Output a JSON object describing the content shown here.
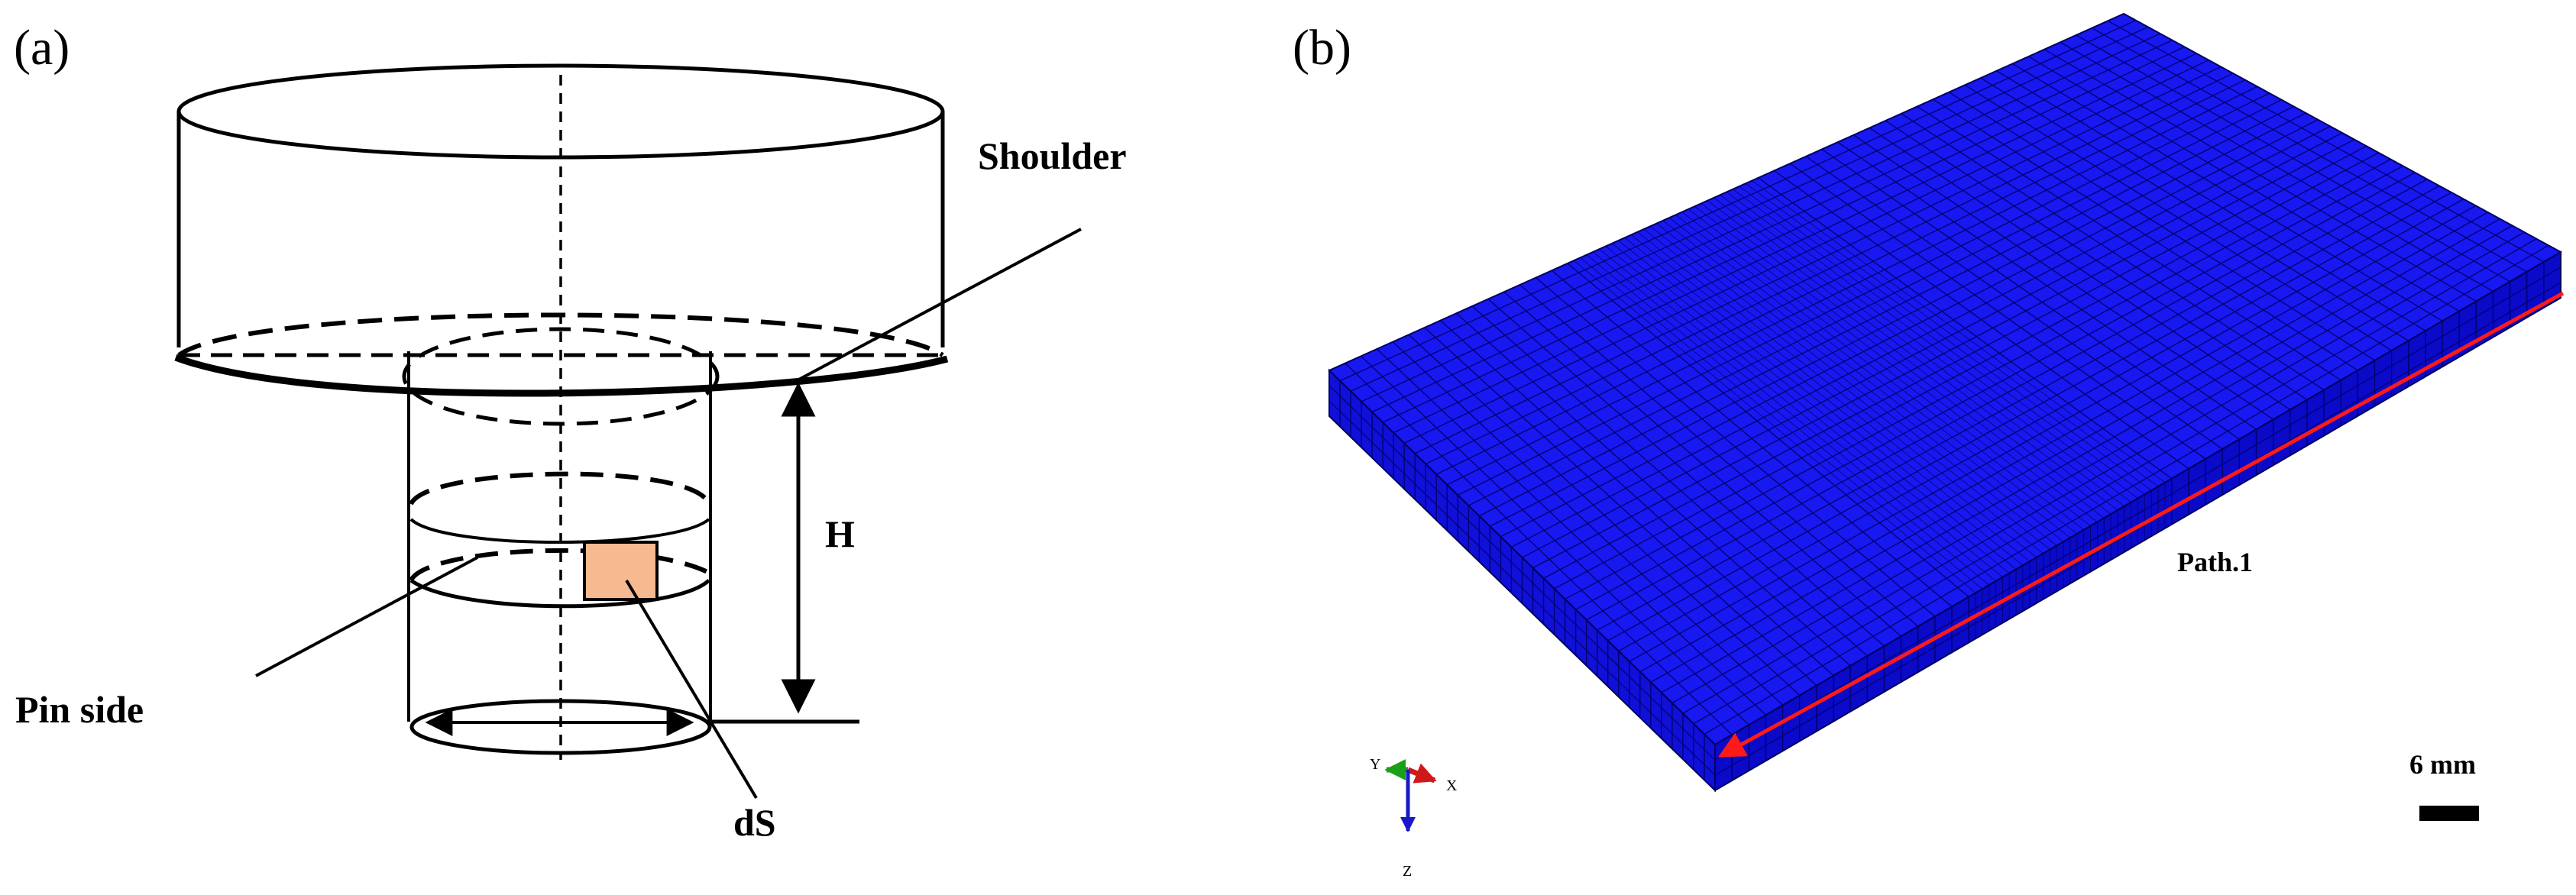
{
  "panel_a": {
    "label": "(a)",
    "annotations": {
      "shoulder": "Shoulder",
      "height": "H",
      "pin_side": "Pin side",
      "area_element": "dS"
    },
    "fill_colors": {
      "area_element": "#f7b98f"
    }
  },
  "panel_b": {
    "label": "(b)",
    "path_label": "Path.1",
    "scale_bar_label": "6 mm",
    "axis_triad": {
      "x": "X",
      "y": "Y",
      "z": "Z"
    },
    "colors": {
      "mesh_top": "#1818f0",
      "mesh_side": "#1010d8",
      "mesh_front": "#0a0ac8",
      "mesh_lines": "#000060",
      "path_arrow": "#ff1a1a",
      "axis_x": "#d01818",
      "axis_y": "#18a018",
      "axis_z": "#1818c8"
    }
  }
}
